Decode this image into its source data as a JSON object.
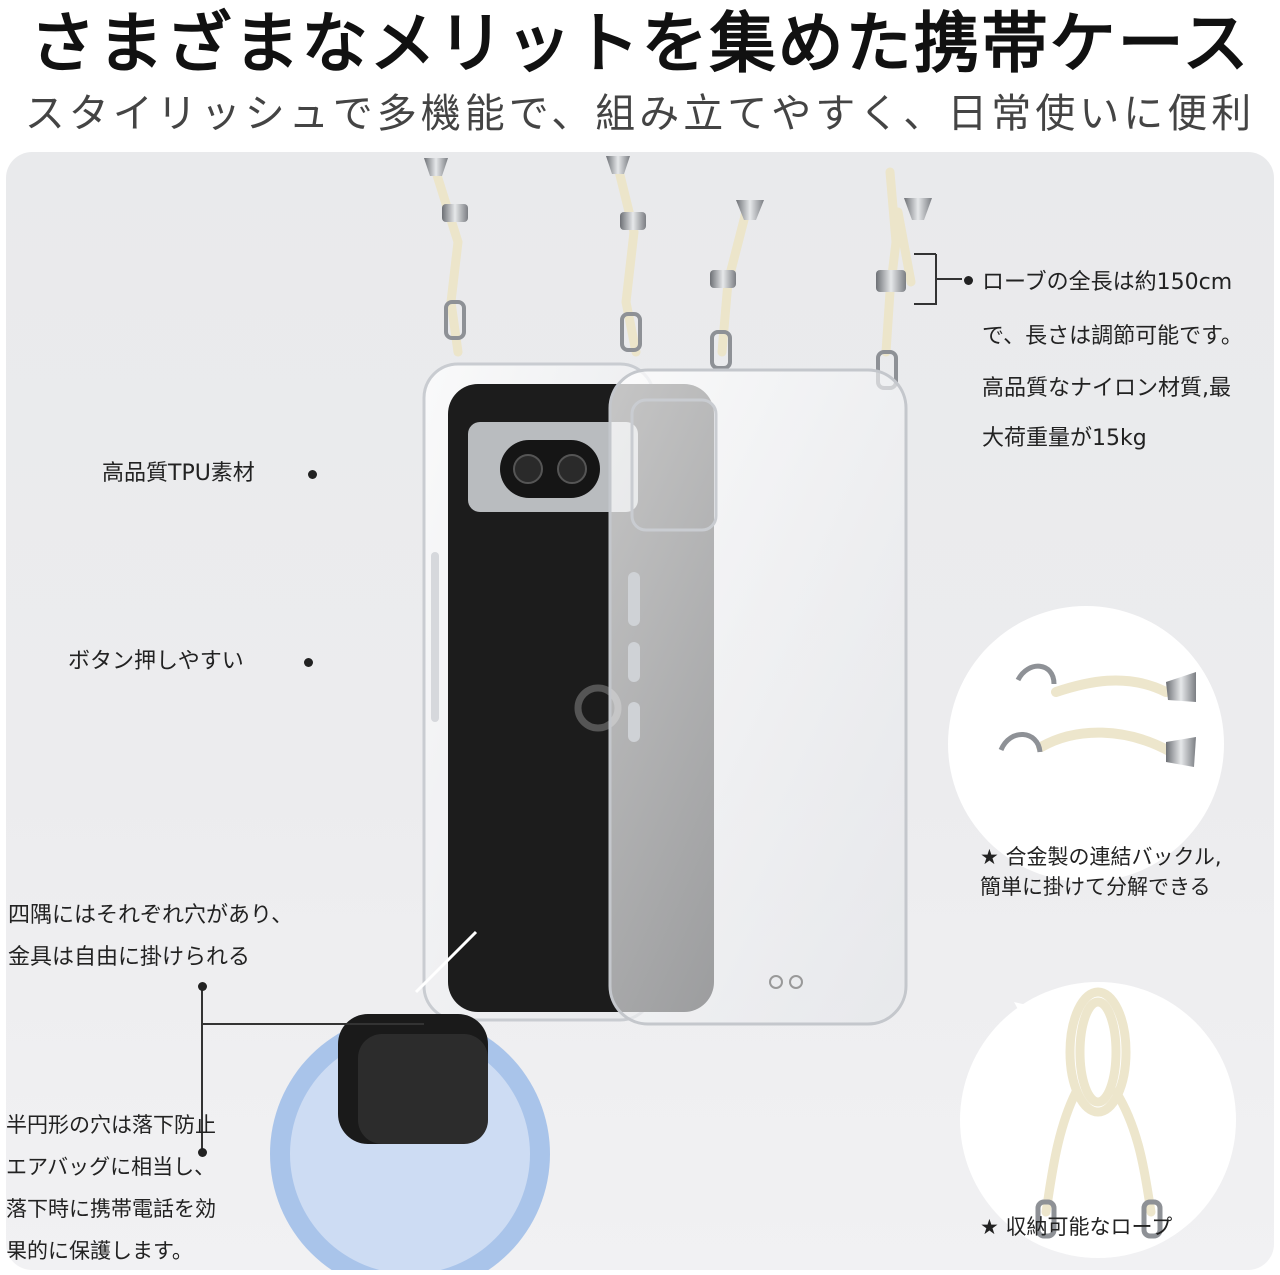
{
  "header": {
    "title": "さまざまなメリットを集めた携帯ケース",
    "subtitle": "スタイリッシュで多機能で、組み立てやすく、日常使いに便利"
  },
  "features": {
    "material": "高品質TPU素材",
    "buttons": "ボタン押しやすい",
    "corners": [
      "四隅にはそれぞれ穴があり、",
      "金具は自由に掛けられる"
    ],
    "airbag": [
      "半円形の穴は落下防止",
      "エアバッグに相当し、",
      "落下時に携帯電話を効",
      "果的に保護します。"
    ],
    "rope": [
      "ローブの全長は約150cm",
      "で、長さは調節可能です。",
      "高品質なナイロン材質,最",
      "大荷重量が15kg"
    ],
    "buckle": [
      "★ 合金製の連結バックル,",
      "簡単に掛けて分解できる"
    ],
    "storage": "★ 収納可能なロープ"
  },
  "colors": {
    "rope": "#ede6cc",
    "phone_body": "#1c1c1c",
    "camera_bar": "#b9bcbf",
    "panel_bg": "#ebebed",
    "zoom_blue": "#a9c4ea"
  }
}
